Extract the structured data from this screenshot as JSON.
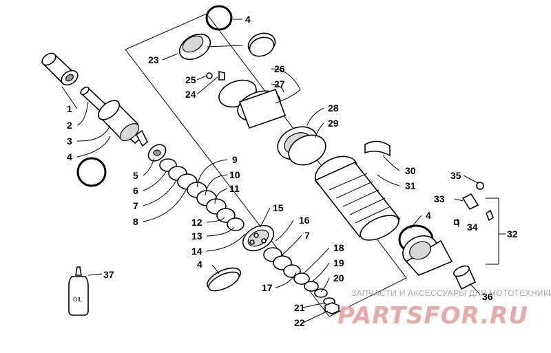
{
  "callouts": {
    "c1": "1",
    "c2": "2",
    "c3": "3",
    "c4a": "4",
    "c4b": "4",
    "c4c": "4",
    "c4d": "4",
    "c5": "5",
    "c6": "6",
    "c7a": "7",
    "c7b": "7",
    "c8": "8",
    "c9": "9",
    "c10": "10",
    "c11": "11",
    "c12": "12",
    "c13": "13",
    "c14": "14",
    "c15": "15",
    "c16": "16",
    "c17": "17",
    "c18": "18",
    "c19": "19",
    "c20": "20",
    "c21": "21",
    "c22": "22",
    "c23": "23",
    "c24": "24",
    "c25": "25",
    "c26": "26",
    "c27": "27",
    "c28": "28",
    "c29": "29",
    "c30": "30",
    "c31": "31",
    "c32": "32",
    "c33": "33",
    "c34": "34",
    "c35": "35",
    "c36": "36",
    "c37": "37"
  },
  "bottle_label": "OIL",
  "watermark": {
    "tagline": "ЗАПЧАСТИ И АКСЕССУАРЫ ДЛЯ МОТОТЕХНИКИ",
    "brand": "PARTSFOR.RU"
  }
}
